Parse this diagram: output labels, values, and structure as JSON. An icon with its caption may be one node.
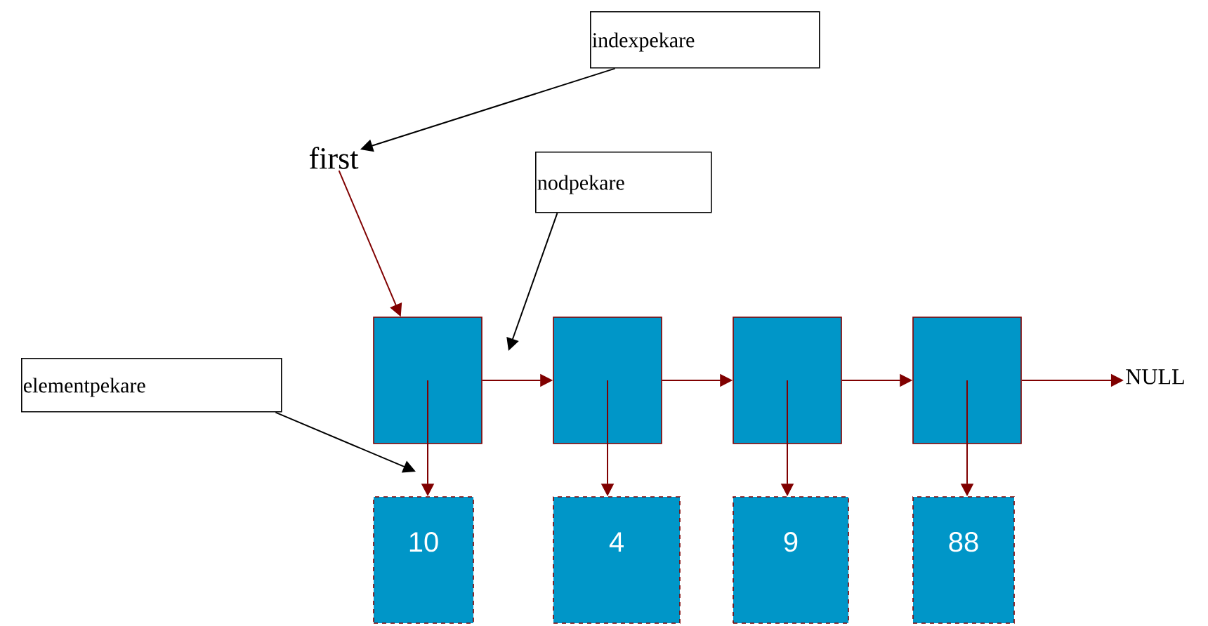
{
  "diagram": {
    "nodes": [
      {
        "text": [
          "indexpekare"
        ]
      },
      {
        "text": [
          "first"
        ]
      },
      {
        "text": [
          "nodpekare"
        ]
      },
      {
        "text": [
          "elementpekare"
        ]
      },
      {
        "text": [],
        "shape": "box"
      },
      {
        "text": [],
        "shape": "box"
      },
      {
        "text": [],
        "shape": "box"
      },
      {
        "text": [],
        "shape": "box"
      },
      {
        "text": [
          "10"
        ]
      },
      {
        "text": [
          "4"
        ]
      },
      {
        "text": [
          "9"
        ]
      },
      {
        "text": [
          "88"
        ]
      },
      {
        "text": [
          "NULL"
        ]
      }
    ],
    "edges": [
      {
        "from": 0,
        "to": 1,
        "arrow": "to",
        "color": "#000000"
      },
      {
        "from": 1,
        "to": 4,
        "arrow": "to"
      },
      {
        "from": 2,
        "to": null,
        "arrow": "to",
        "color": "#000000"
      },
      {
        "from": 3,
        "to": null,
        "arrow": "to",
        "color": "#000000"
      },
      {
        "from": 4,
        "to": 5,
        "arrow": "to"
      },
      {
        "from": 5,
        "to": 6,
        "arrow": "to"
      },
      {
        "from": 6,
        "to": 7,
        "arrow": "to"
      },
      {
        "from": 7,
        "to": 12,
        "arrow": "to"
      },
      {
        "from": 4,
        "to": 8,
        "arrow": "to"
      },
      {
        "from": 5,
        "to": 9,
        "arrow": "to"
      },
      {
        "from": 6,
        "to": 10,
        "arrow": "to"
      },
      {
        "from": 7,
        "to": 11,
        "arrow": "to"
      }
    ]
  }
}
